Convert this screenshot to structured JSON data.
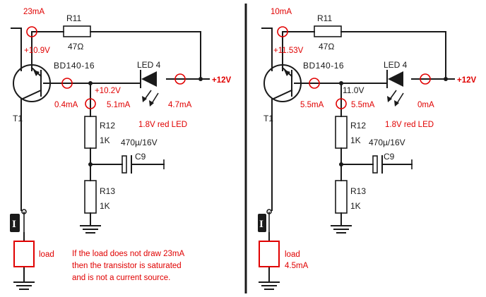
{
  "circuits": [
    {
      "resistor_r11": "R11",
      "r11_value": "47Ω",
      "transistor_part": "BD140-16",
      "transistor_ref": "T1",
      "led_ref": "LED 4",
      "supply": "+12V",
      "r12_ref": "R12",
      "r12_value": "1K",
      "r13_ref": "R13",
      "r13_value": "1K",
      "cap_value": "470µ/16V",
      "cap_ref": "C9",
      "led_desc": "1.8V red LED",
      "connector": "I",
      "load_label": "load",
      "emitter_current": "23mA",
      "emitter_voltage": "+10.9V",
      "base_current": "0.4mA",
      "node_voltage": "+10.2V",
      "r12_current": "5.1mA",
      "led_current": "4.7mA",
      "load_current": "",
      "note_lines": [
        "If the load does not draw 23mA",
        "then the transistor is saturated",
        "and is not a current source."
      ]
    },
    {
      "resistor_r11": "R11",
      "r11_value": "47Ω",
      "transistor_part": "BD140-16",
      "transistor_ref": "T1",
      "led_ref": "LED 4",
      "supply": "+12V",
      "r12_ref": "R12",
      "r12_value": "1K",
      "r13_ref": "R13",
      "r13_value": "1K",
      "cap_value": "470µ/16V",
      "cap_ref": "C9",
      "led_desc": "1.8V red LED",
      "connector": "I",
      "load_label": "load",
      "emitter_current": "10mA",
      "emitter_voltage": "+11.53V",
      "base_current": "5.5mA",
      "node_voltage": "11.0V",
      "r12_current": "5.5mA",
      "led_current": "0mA",
      "load_current": "4.5mA",
      "note_lines": []
    }
  ],
  "colors": {
    "annotation": "#e00000",
    "ink": "#1a1a1a"
  }
}
